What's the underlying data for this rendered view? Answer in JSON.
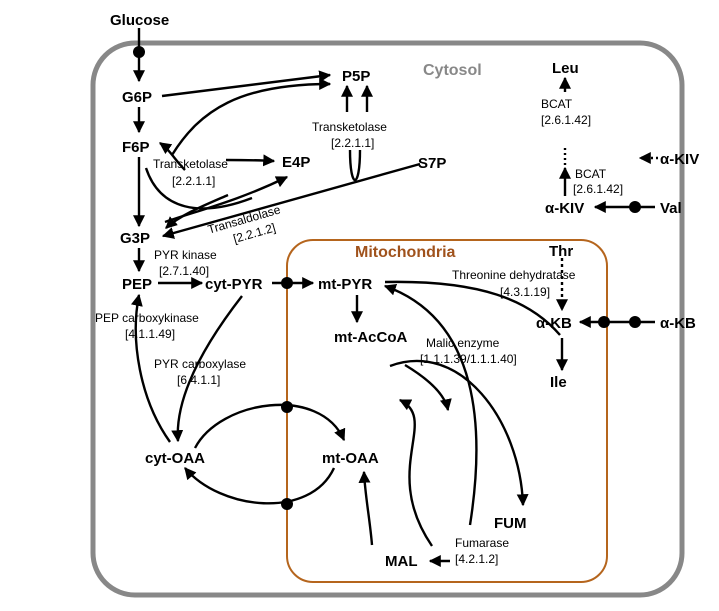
{
  "compartments": {
    "cytosol": "Cytosol",
    "mitochondria": "Mitochondria"
  },
  "metabolites": {
    "glucose": "Glucose",
    "g6p": "G6P",
    "f6p": "F6P",
    "g3p": "G3P",
    "pep": "PEP",
    "cyt_oaa": "cyt-OAA",
    "cyt_pyr": "cyt-PYR",
    "p5p": "P5P",
    "e4p": "E4P",
    "s7p": "S7P",
    "mt_pyr": "mt-PYR",
    "mt_accoa": "mt-AcCoA",
    "mt_oaa": "mt-OAA",
    "mal": "MAL",
    "fum": "FUM",
    "leu": "Leu",
    "akiv_top": "α-KIV",
    "akiv_mid": "α-KIV",
    "val": "Val",
    "thr": "Thr",
    "akb_in": "α-KB",
    "akb_out": "α-KB",
    "ile": "Ile"
  },
  "enzymes": {
    "transketolase_1": {
      "name": "Transketolase",
      "ec": "[2.2.1.1]"
    },
    "transketolase_2": {
      "name": "Transketolase",
      "ec": "[2.2.1.1]"
    },
    "transaldolase": {
      "name": "Transaldolase",
      "ec": "[2.2.1.2]"
    },
    "pyr_kinase": {
      "name": "PYR kinase",
      "ec": "[2.7.1.40]"
    },
    "pep_carboxykinase": {
      "name": "PEP carboxykinase",
      "ec": "[4.1.1.49]"
    },
    "pyr_carboxylase": {
      "name": "PYR carboxylase",
      "ec": "[6.4.1.1]"
    },
    "malic_enzyme": {
      "name": "Malic enzyme",
      "ec": "[1.1.1.39/1.1.1.40]"
    },
    "fumarase": {
      "name": "Fumarase",
      "ec": "[4.2.1.2]"
    },
    "threonine_dehydratase": {
      "name": "Threonine dehydratase",
      "ec": "[4.3.1.19]"
    },
    "bcat_1": {
      "name": "BCAT",
      "ec": "[2.6.1.42]"
    },
    "bcat_2": {
      "name": "BCAT",
      "ec": "[2.6.1.42]"
    }
  },
  "colors": {
    "cytosol_border": "#888888",
    "mito_border": "#b5651d",
    "mito_label": "#a0521c",
    "glucose": "#e0000f",
    "valine_family": "#22a05a",
    "isoleucine_family": "#1a3fd6",
    "default": "#000000"
  }
}
